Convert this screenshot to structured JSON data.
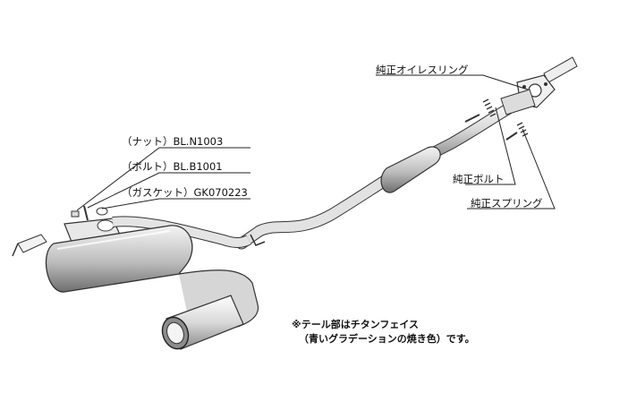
{
  "labels": {
    "nut": "（ナット）BL.N1003",
    "bolt": "（ボルト）BL.B1001",
    "gasket": "（ガスケット）GK070223",
    "oil_ring": "純正オイレスリング",
    "genuine_bolt": "純正ボルト",
    "genuine_spring": "純正スプリング"
  },
  "note": {
    "line1": "※テール部はチタンフェイス",
    "line2": "（青いグラデーションの焼き色）です。"
  }
}
